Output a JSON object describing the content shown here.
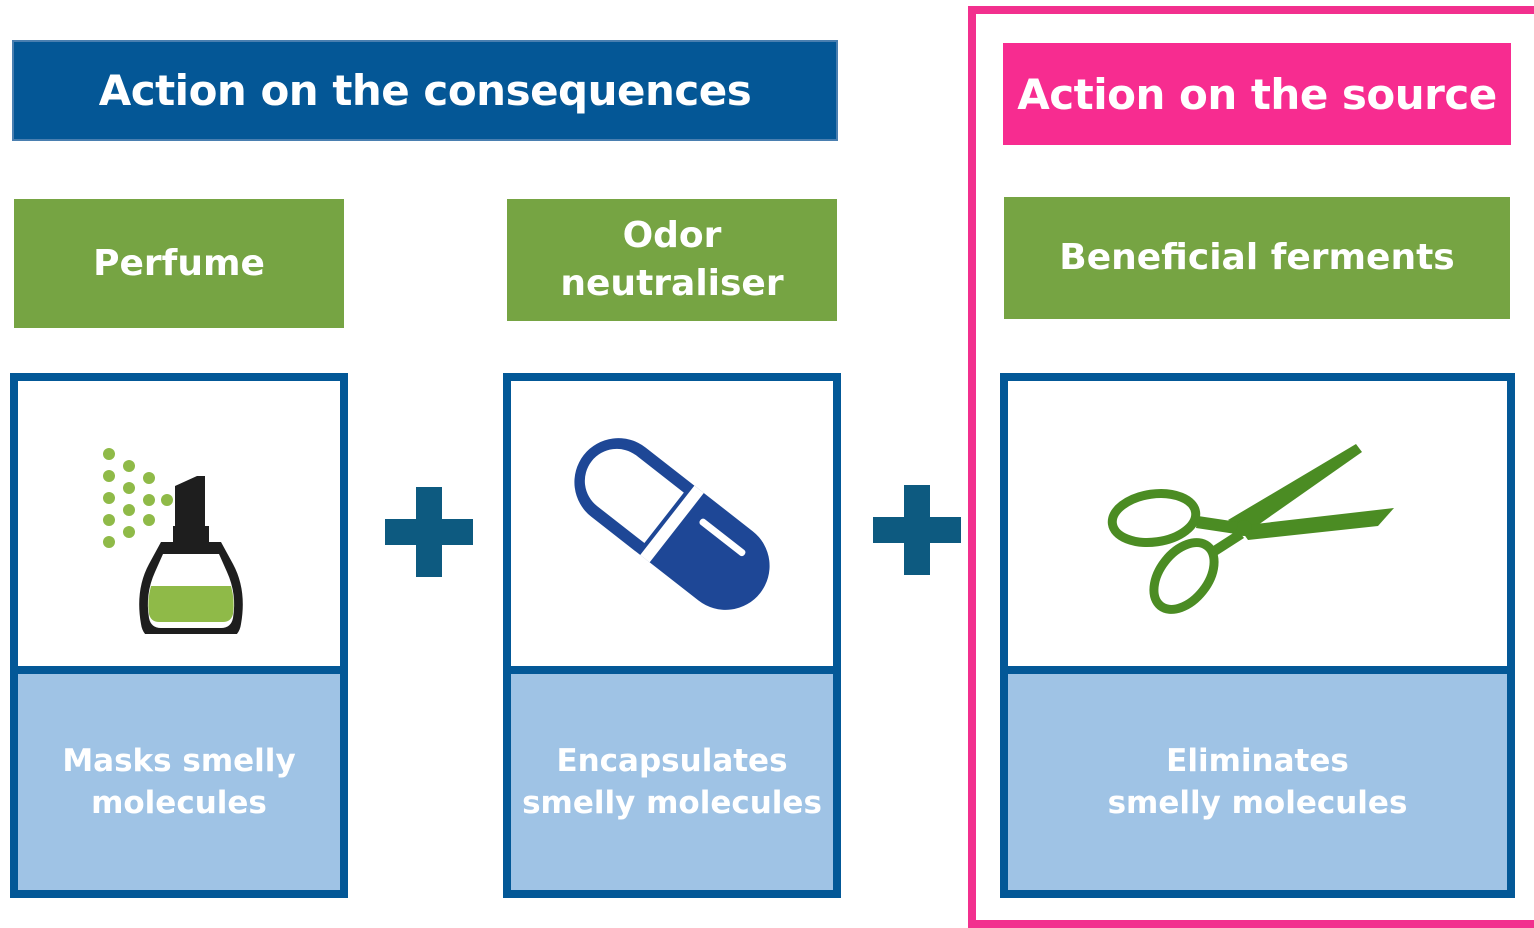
{
  "headers": {
    "consequences": "Action on the consequences",
    "source": "Action on the source"
  },
  "columns": [
    {
      "label": "Perfume",
      "description": "Masks smelly\nmolecules",
      "icon": "perfume-spray-icon"
    },
    {
      "label": "Odor neutraliser",
      "description": "Encapsulates\nsmelly molecules",
      "icon": "capsule-icon"
    },
    {
      "label": "Beneficial ferments",
      "description": "Eliminates\nsmelly molecules",
      "icon": "scissors-icon"
    }
  ],
  "operators": [
    "plus-icon",
    "plus-icon"
  ],
  "colors": {
    "header_blue": "#045796",
    "header_pink": "#f72c90",
    "frame_pink": "#f2308e",
    "label_green": "#76a443",
    "card_border": "#035897",
    "desc_fill": "#9fc3e5",
    "plus": "#0d5a80",
    "capsule": "#1e4796",
    "scissors": "#4b8c23",
    "perfume_liquid": "#8fba48"
  }
}
